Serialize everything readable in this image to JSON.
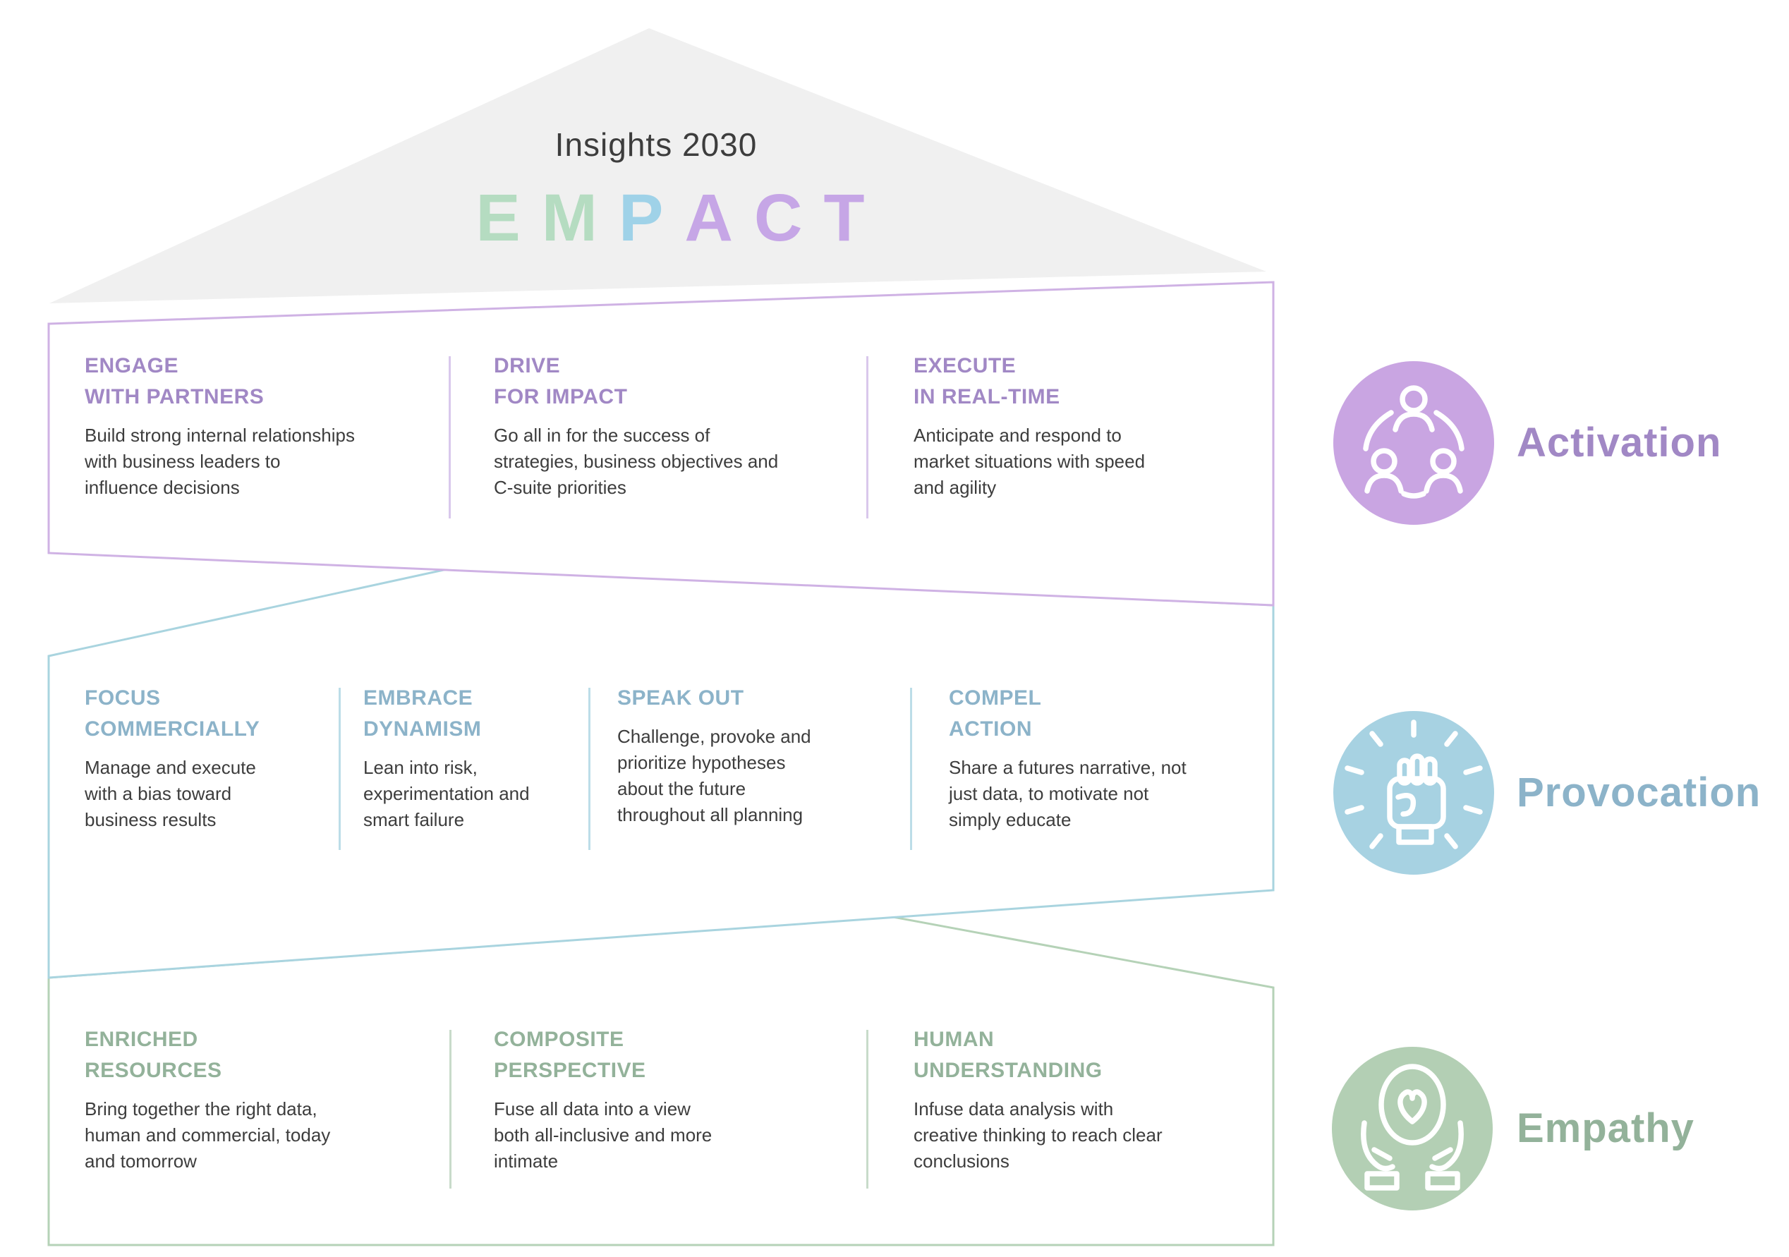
{
  "title": "Insights 2030",
  "wordmark": {
    "letters": [
      {
        "ch": "E",
        "color": "#b5dcc1"
      },
      {
        "ch": "M",
        "color": "#b5dcc1"
      },
      {
        "ch": "P",
        "color": "#9fd2e8"
      },
      {
        "ch": "A",
        "color": "#c6a6e6"
      },
      {
        "ch": "C",
        "color": "#c6a6e6"
      },
      {
        "ch": "T",
        "color": "#c6a6e6"
      }
    ]
  },
  "bands": [
    {
      "label": "Activation",
      "accent_color": "#c9a5e2",
      "heading_color": "#a188c5",
      "outline_color": "#cfb2e4",
      "icon": "people-network-icon",
      "columns": [
        {
          "heading": "ENGAGE\nWITH PARTNERS",
          "body": "Build strong internal relationships\nwith business leaders to\ninfluence decisions"
        },
        {
          "heading": "DRIVE\nFOR IMPACT",
          "body": "Go all in for the success of\nstrategies, business objectives and\nC-suite priorities"
        },
        {
          "heading": "EXECUTE\nIN REAL-TIME",
          "body": "Anticipate and respond to\nmarket situations with speed\nand agility"
        }
      ]
    },
    {
      "label": "Provocation",
      "accent_color": "#a7d2e2",
      "heading_color": "#8cb3c9",
      "outline_color": "#a9d4df",
      "icon": "raised-fist-icon",
      "columns": [
        {
          "heading": "FOCUS\nCOMMERCIALLY",
          "body": "Manage and execute\nwith a bias toward\nbusiness results"
        },
        {
          "heading": "EMBRACE\nDYNAMISM",
          "body": "Lean into risk,\nexperimentation and\nsmart failure"
        },
        {
          "heading": "SPEAK OUT",
          "body": "Challenge, provoke and\nprioritize hypotheses\nabout the future\nthroughout all planning"
        },
        {
          "heading": "COMPEL\nACTION",
          "body": "Share a futures narrative, not\njust data, to motivate not\nsimply educate"
        }
      ]
    },
    {
      "label": "Empathy",
      "accent_color": "#b3cfb4",
      "heading_color": "#93b29a",
      "outline_color": "#b5d2b7",
      "icon": "hands-heart-icon",
      "columns": [
        {
          "heading": "ENRICHED\nRESOURCES",
          "body": "Bring together the right data,\nhuman and commercial, today\nand tomorrow"
        },
        {
          "heading": "COMPOSITE\nPERSPECTIVE",
          "body": "Fuse all data into a view\nboth all-inclusive and more\nintimate"
        },
        {
          "heading": "HUMAN\nUNDERSTANDING",
          "body": "Infuse data analysis with\ncreative thinking to reach clear\nconclusions"
        }
      ]
    }
  ]
}
